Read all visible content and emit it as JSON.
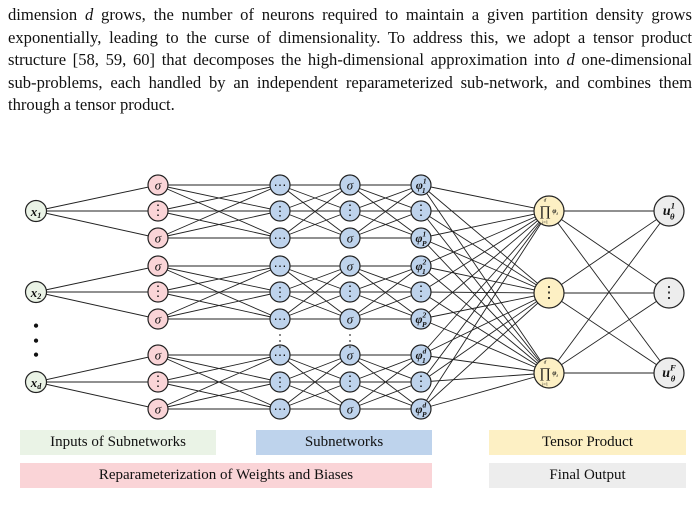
{
  "paragraph": {
    "t1": "dimension ",
    "d1": "d",
    "t2": " grows, the number of neurons required to maintain a given partition density grows exponentially, leading to the curse of dimensionality. To address this, we adopt a tensor product structure [58, 59, 60] that decomposes the high-dimensional approximation into ",
    "d2": "d",
    "t3": " one-dimensional sub-problems, each handled by an independent reparameterized sub-network, and combines them through a tensor product."
  },
  "diagram": {
    "inputs": [
      {
        "base": "x",
        "sub": "1"
      },
      {
        "base": "x",
        "sub": "2"
      },
      {
        "base": "x",
        "sub": "d"
      }
    ],
    "vertical_dots": "•",
    "sigma": "σ",
    "ellipsis": "⋯",
    "vellipsis": "⋮",
    "phi": [
      {
        "sup": "1",
        "sub": "1"
      },
      {
        "sup": "1",
        "sub": "P"
      },
      {
        "sup": "2",
        "sub": "1"
      },
      {
        "sup": "2",
        "sub": "P"
      },
      {
        "sup": "d",
        "sub": "1"
      },
      {
        "sup": "d",
        "sub": "P"
      }
    ],
    "product": {
      "symbol": "∏",
      "upper": "d",
      "lower": "i=1",
      "term": "φ",
      "term_sub": "i"
    },
    "outputs": [
      {
        "base": "u",
        "sup": "1",
        "sub": "θ"
      },
      {
        "base": "u",
        "sup": "F",
        "sub": "θ"
      }
    ],
    "colors": {
      "reparam": "#fad4d7",
      "subnet": "#bed3ec",
      "tensor": "#fdf0c4",
      "final": "#ededed",
      "inputs": "#eaf3e6"
    }
  },
  "legend": {
    "inputs": "Inputs of Subnetworks",
    "subnetworks": "Subnetworks",
    "tensor": "Tensor Product",
    "reparam": "Reparameterization of Weights and Biases",
    "final": "Final Output"
  }
}
